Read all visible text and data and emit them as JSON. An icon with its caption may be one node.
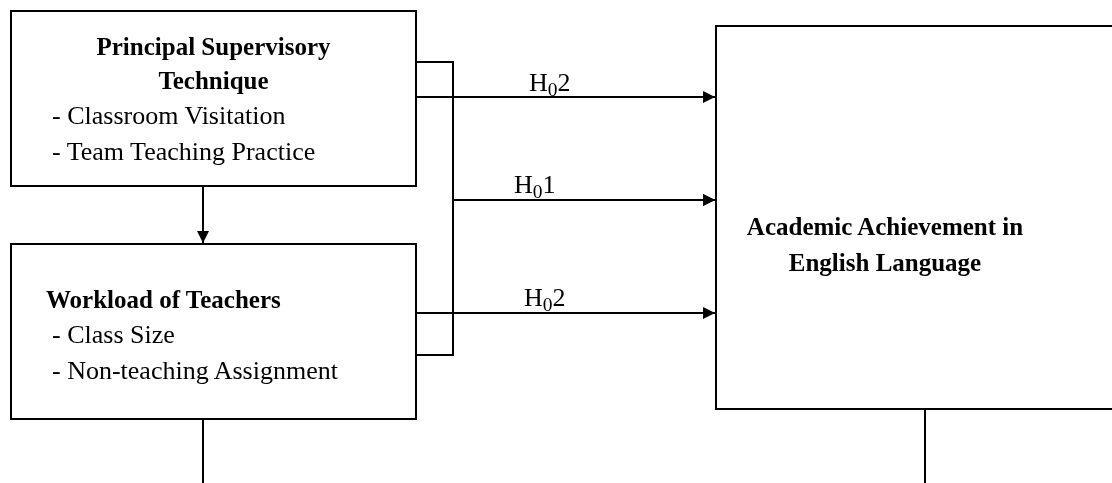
{
  "diagram": {
    "nodes": [
      {
        "text": [
          "Principal Supervisory Technique",
          "- Classroom Visitation",
          "- Team Teaching Practice"
        ]
      },
      {
        "text": [
          "Workload of Teachers",
          "- Class Size",
          "- Non-teaching Assignment"
        ]
      },
      {
        "text": [
          "Academic Achievement in English Language"
        ]
      }
    ],
    "edges": [
      {
        "from": 0,
        "to": 1,
        "arrow": "to"
      },
      {
        "from": 0,
        "to": 2,
        "arrow": "to",
        "label": "H$_{0}$2"
      },
      {
        "from": 0,
        "to": 2,
        "arrow": "to",
        "label": "H$_{0}$1"
      },
      {
        "from": 1,
        "to": 2,
        "arrow": "to"
      },
      {
        "from": 1,
        "to": 2,
        "arrow": "to",
        "label": "H$_{0}$2"
      },
      {
        "from": 1,
        "to": null,
        "arrow": "none"
      },
      {
        "from": 2,
        "to": null,
        "arrow": "none"
      }
    ]
  }
}
